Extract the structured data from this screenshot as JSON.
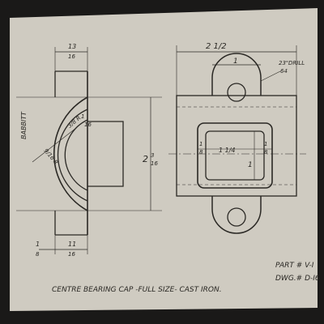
{
  "drawing": {
    "title": "CENTRE BEARING CAP -FULL SIZE- CAST IRON.",
    "part_no": "PART # V-I",
    "dwg_no": "DWG.# D-I6",
    "babbitt_label": "BABBITT",
    "drill_label_top": "23\"",
    "drill_label_word": "DRILL",
    "drill_label_bottom": "64",
    "dims": {
      "top_width_num": "13",
      "top_width_den": "16",
      "radius_a_num": "1",
      "radius_a_den": "16",
      "radius_b": "3/8 R",
      "radius_c": "9/16 R",
      "overall_height_int": "2",
      "overall_height_num": "3",
      "overall_height_den": "16",
      "bottom_left_num": "1",
      "bottom_left_den": "8",
      "bottom_mid_num": "11",
      "bottom_mid_den": "16",
      "front_width": "2 1/2",
      "boss_width": "1",
      "center_left_num": "1",
      "center_left_den": "8",
      "center_mid": "1 1/4",
      "center_right_num": "1",
      "center_right_den": "8",
      "center_inner": "1"
    }
  },
  "colors": {
    "paper": "#cfcbc1",
    "ink": "#2a2824",
    "frame": "#1a1918"
  }
}
